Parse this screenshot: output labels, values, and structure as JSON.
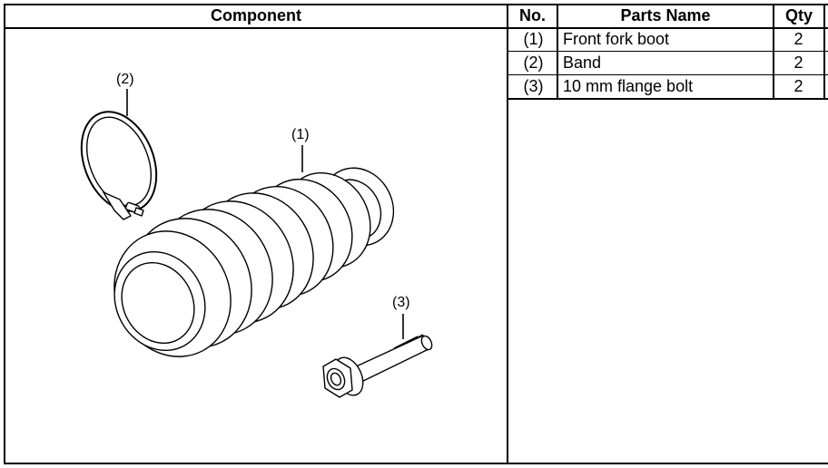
{
  "headers": {
    "component": "Component",
    "no": "No.",
    "parts_name": "Parts Name",
    "qty": "Qty"
  },
  "rows": [
    {
      "no": "(1)",
      "name": "Front fork boot",
      "qty": "2"
    },
    {
      "no": "(2)",
      "name": "Band",
      "qty": "2"
    },
    {
      "no": "(3)",
      "name": "10 mm flange bolt",
      "qty": "2"
    }
  ],
  "callouts": {
    "boot": "(1)",
    "band": "(2)",
    "bolt": "(3)"
  }
}
